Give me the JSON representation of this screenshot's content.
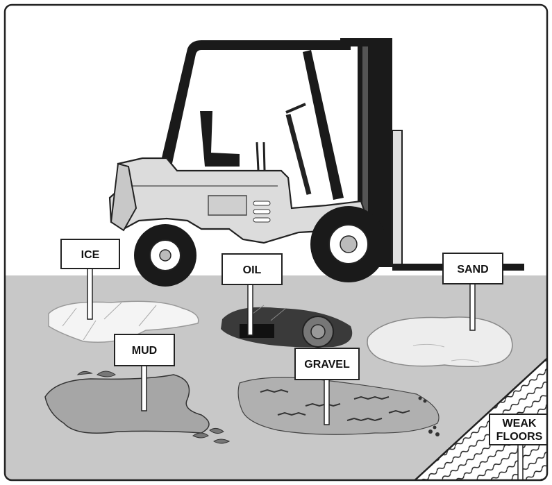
{
  "hazards": {
    "ice": "ICE",
    "oil": "OIL",
    "sand": "SAND",
    "mud": "MUD",
    "gravel": "GRAVEL",
    "weak_floors_line1": "WEAK",
    "weak_floors_line2": "FLOORS"
  },
  "colors": {
    "floor": "#c8c8c8",
    "border": "#222222",
    "forklift_body": "#dcdcdc",
    "mud": "#a6a6a6",
    "oil": "#3a3a3a",
    "ice": "#f4f4f4",
    "sand": "#ededed",
    "gravel": "#b0b0b0"
  }
}
